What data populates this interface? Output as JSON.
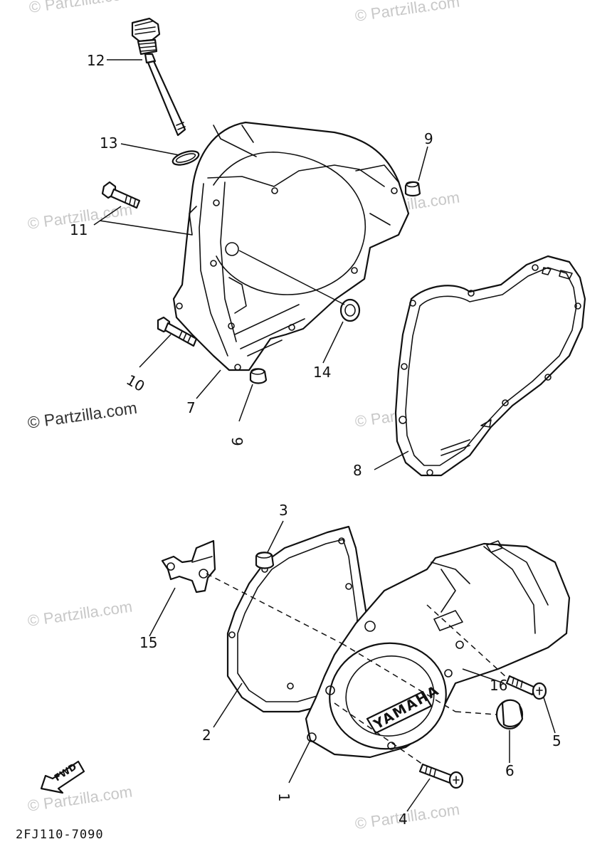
{
  "diagram": {
    "watermark": "© Partzilla.com",
    "diagram_code": "2FJ110-7090",
    "fwd_label": "FWD",
    "cover_logo": "YAMAHA",
    "callouts": {
      "c1": "1",
      "c2": "2",
      "c3": "3",
      "c4": "4",
      "c5": "5",
      "c6": "6",
      "c7": "7",
      "c8": "8",
      "c9a": "9",
      "c9b": "9",
      "c10": "10",
      "c11": "11",
      "c12": "12",
      "c13": "13",
      "c14": "14",
      "c15": "15",
      "c16": "16"
    }
  }
}
